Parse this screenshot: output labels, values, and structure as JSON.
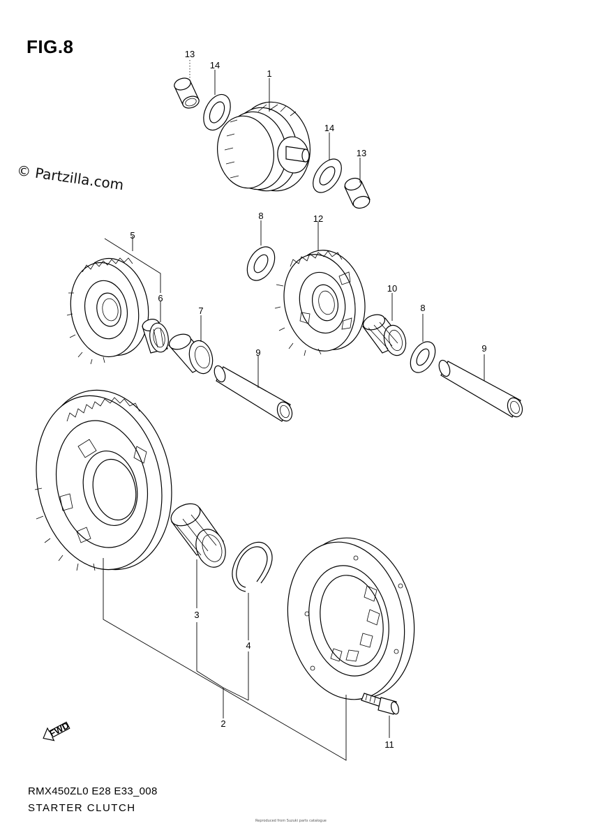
{
  "figure": {
    "title": "FIG.8",
    "watermark": "© Partzilla.com",
    "diagram_code": "RMX450ZL0 E28 E33_008",
    "caption": "STARTER CLUTCH",
    "fine_print": "Reproduced from Suzuki parts catalogue"
  },
  "callouts": [
    {
      "id": "c13a",
      "text": "13"
    },
    {
      "id": "c14a",
      "text": "14"
    },
    {
      "id": "c1",
      "text": "1"
    },
    {
      "id": "c14b",
      "text": "14"
    },
    {
      "id": "c13b",
      "text": "13"
    },
    {
      "id": "c5",
      "text": "5"
    },
    {
      "id": "c8a",
      "text": "8"
    },
    {
      "id": "c12",
      "text": "12"
    },
    {
      "id": "c6",
      "text": "6"
    },
    {
      "id": "c7",
      "text": "7"
    },
    {
      "id": "c10",
      "text": "10"
    },
    {
      "id": "c8b",
      "text": "8"
    },
    {
      "id": "c9a",
      "text": "9"
    },
    {
      "id": "c9b",
      "text": "9"
    },
    {
      "id": "c3",
      "text": "3"
    },
    {
      "id": "c4",
      "text": "4"
    },
    {
      "id": "c2",
      "text": "2"
    },
    {
      "id": "c11",
      "text": "11"
    }
  ],
  "fwd_arrow": {
    "label": "FWD",
    "icon": "fwd-arrow-icon"
  }
}
